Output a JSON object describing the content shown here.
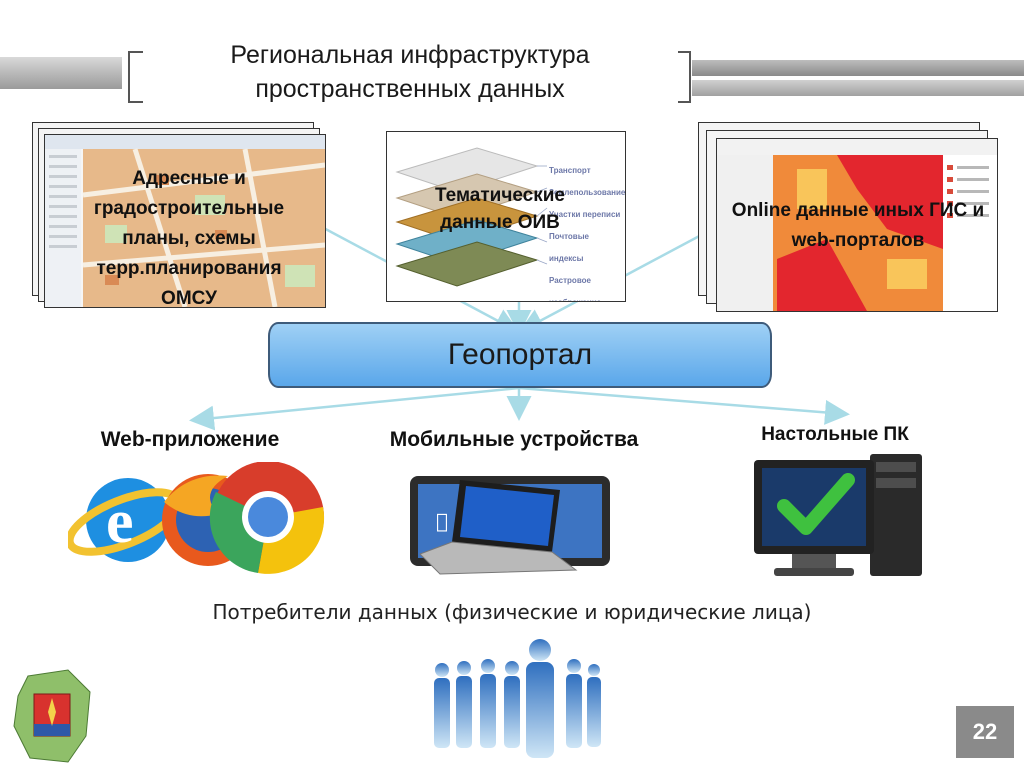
{
  "title": "Региональная инфраструктура пространственных данных",
  "sources": {
    "left": "Адресные и градостроительные планы, схемы терр.планирования ОМСУ",
    "center": "Тематические данные ОИВ",
    "center_layers": [
      "Транспорт",
      "Землепользование",
      "Участки переписи",
      "Почтовые индексы",
      "Растровое изображение"
    ],
    "right": "Online данные иных ГИС и web-порталов"
  },
  "hub": "Геопортал",
  "clients": {
    "web": "Web-приложение",
    "mobile": "Мобильные устройства",
    "desktop": "Настольные ПК"
  },
  "consumers": "Потребители данных (физические и юридические лица)",
  "page_number": "22",
  "colors": {
    "hub_fill": "#7bbcf0",
    "arrow": "#a8dbe6",
    "accent_gray": "#8a8a8a"
  }
}
